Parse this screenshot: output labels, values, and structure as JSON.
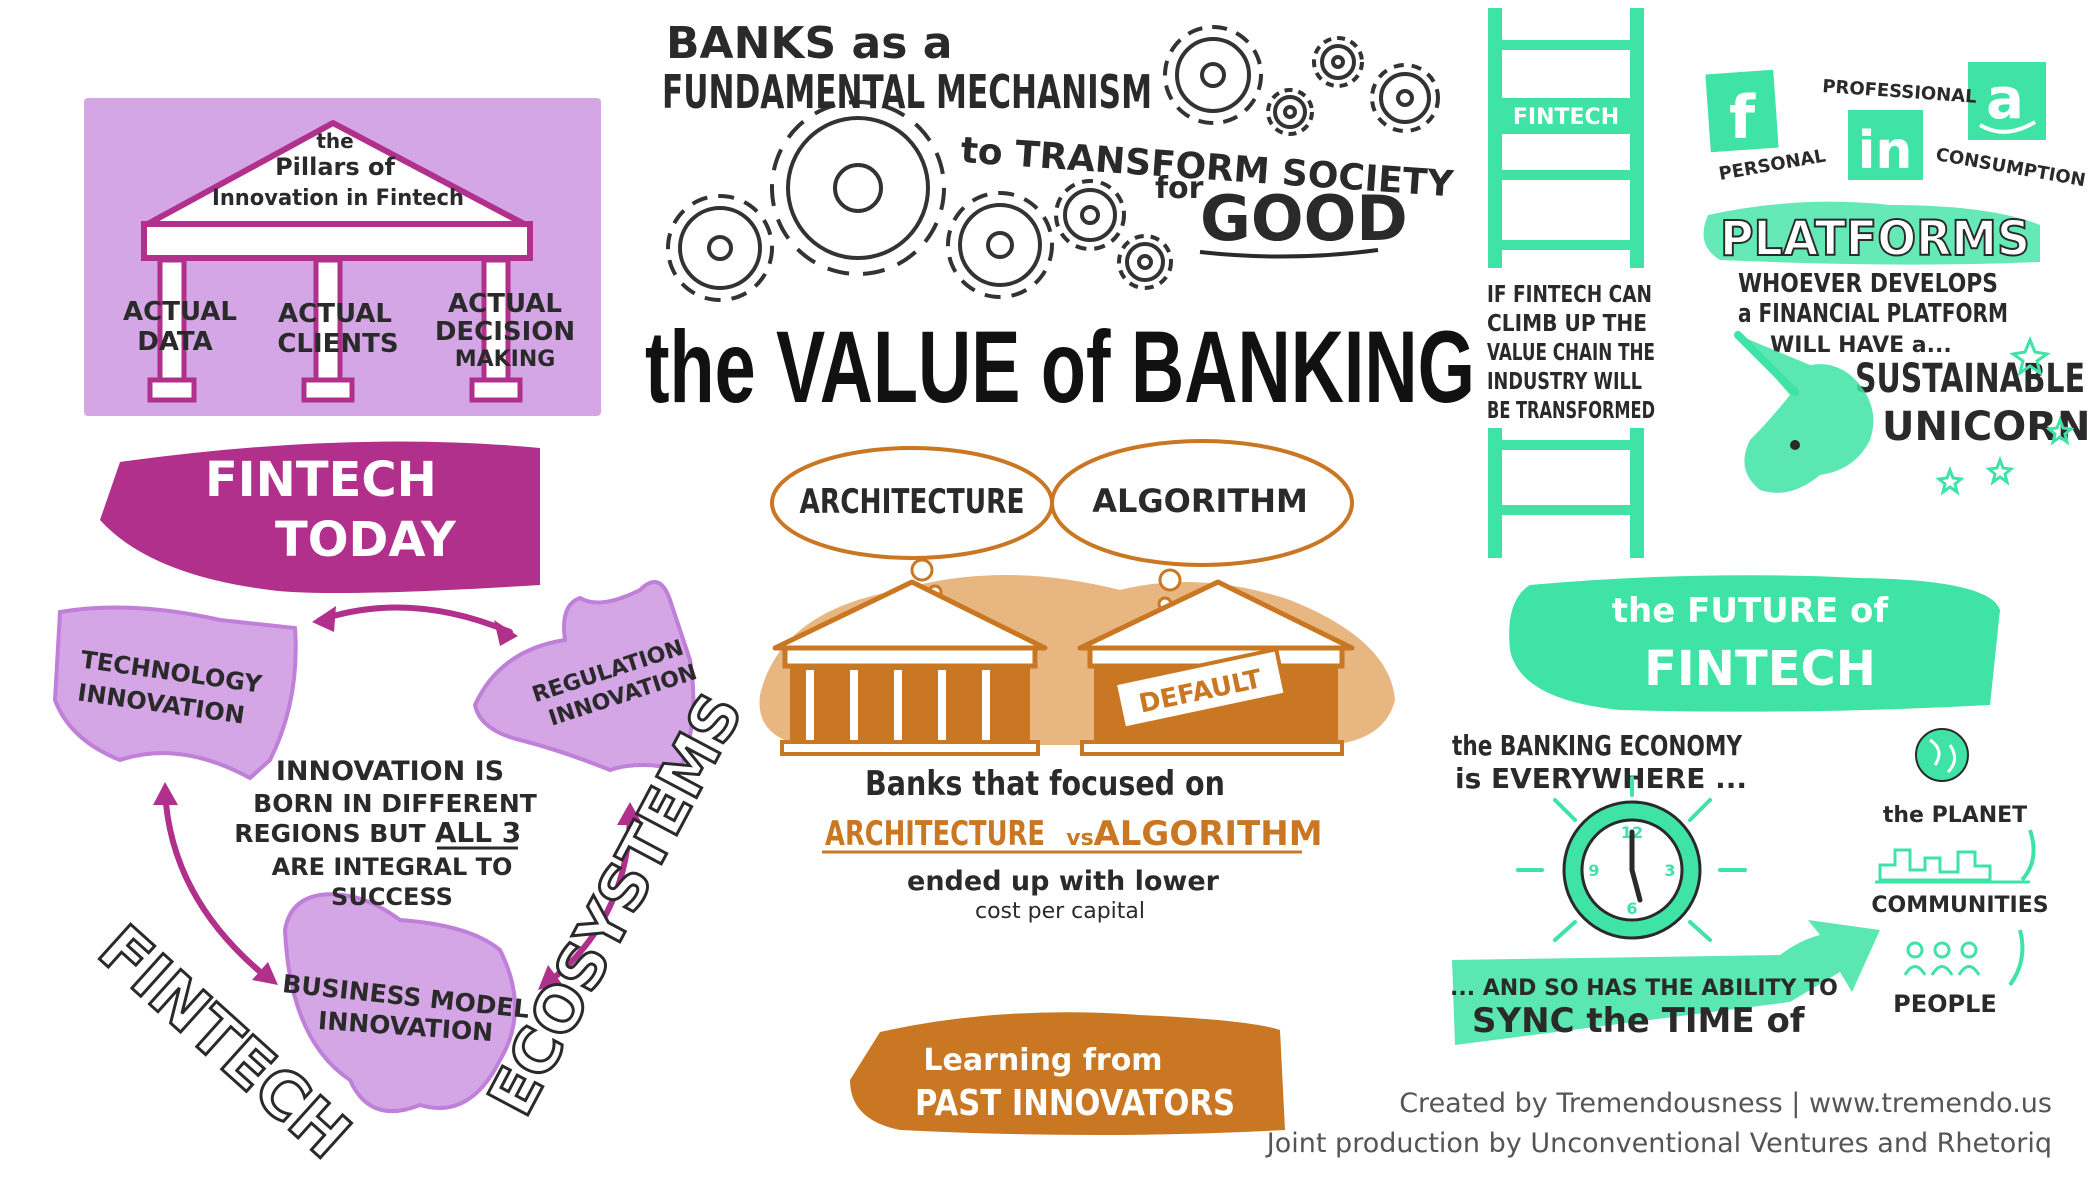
{
  "title": "the VALUE of BANKING",
  "banks_headline": {
    "line1": "BANKS as a",
    "line2": "FUNDAMENTAL MECHANISM",
    "line3": "to TRANSFORM SOCIETY",
    "line4": "for",
    "line5": "GOOD"
  },
  "pillars": {
    "roof_line1": "the",
    "roof_line2": "Pillars of",
    "roof_line3": "Innovation in Fintech",
    "items": [
      {
        "line1": "ACTUAL",
        "line2": "DATA",
        "line3": ""
      },
      {
        "line1": "ACTUAL",
        "line2": "CLIENTS",
        "line3": ""
      },
      {
        "line1": "ACTUAL",
        "line2": "DECISION",
        "line3": "MAKING"
      }
    ]
  },
  "fintech_today": {
    "line1": "FINTECH",
    "line2": "TODAY"
  },
  "regions": {
    "technology": {
      "line1": "TECHNOLOGY",
      "line2": "INNOVATION"
    },
    "regulation": {
      "line1": "REGULATION",
      "line2": "INNOVATION"
    },
    "business": {
      "line1": "BUSINESS MODEL",
      "line2": "INNOVATION"
    },
    "center": {
      "line1": "INNOVATION IS",
      "line2": "BORN IN DIFFERENT",
      "line3": "REGIONS BUT",
      "line3_emph": "ALL 3",
      "line4": "ARE INTEGRAL TO",
      "line5": "SUCCESS"
    },
    "fintech_word": "FINTECH",
    "ecosystems_word": "ECOSYSTEMS"
  },
  "thoughts": {
    "architecture": "ARCHITECTURE",
    "algorithm": "ALGORITHM",
    "default_tag": "DEFAULT"
  },
  "banks_text": {
    "line1": "Banks that focused on",
    "arch": "ARCHITECTURE",
    "vs": "vs",
    "algo": "ALGORITHM",
    "line3": "ended up with lower",
    "line4": "cost per capital"
  },
  "learning": {
    "line1": "Learning from",
    "line2": "PAST INNOVATORS"
  },
  "ladder": {
    "label": "FINTECH",
    "text": [
      "IF FINTECH CAN",
      "CLIMB UP THE",
      "VALUE CHAIN THE",
      "INDUSTRY WILL",
      "BE TRANSFORMED"
    ]
  },
  "platforms": {
    "professional": "PROFESSIONAL",
    "personal": "PERSONAL",
    "consumption": "CONSUMPTION",
    "logo_f": "f",
    "logo_in": "in",
    "logo_a": "a",
    "title": "PLATFORMS",
    "line1": "WHOEVER DEVELOPS",
    "line2": "a FINANCIAL PLATFORM",
    "line3": "WILL HAVE a...",
    "line4": "SUSTAINABLE",
    "line5": "UNICORN"
  },
  "future": {
    "line1": "the FUTURE of",
    "line2": "FINTECH"
  },
  "economy": {
    "line1": "the BANKING ECONOMY",
    "line2": "is EVERYWHERE ...",
    "sync1": "... AND SO HAS THE ABILITY TO",
    "sync2": "SYNC the TIME of",
    "planet": "the PLANET",
    "communities": "COMMUNITIES",
    "people": "PEOPLE",
    "clock_12": "12",
    "clock_3": "3",
    "clock_6": "6",
    "clock_9": "9"
  },
  "credits": {
    "line1": "Created by Tremendousness  |  www.tremendo.us",
    "line2": "Joint production by Unconventional Ventures and Rhetoriq"
  },
  "colors": {
    "purple_light": "#d4a6e6",
    "magenta": "#b0308c",
    "green": "#3ee3a5",
    "orange": "#c97722",
    "tan": "#e8b681",
    "ink": "#2a2a2a"
  }
}
